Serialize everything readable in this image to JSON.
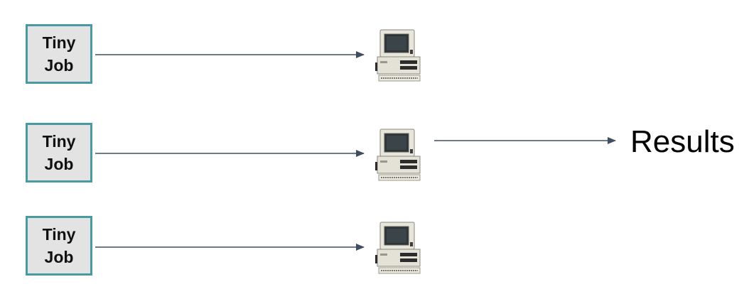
{
  "colors": {
    "box_border": "#4a9aa1",
    "box_fill": "#e3e3e3",
    "arrow": "#3f4f5f"
  },
  "jobs": [
    {
      "label": "Tiny\nJob"
    },
    {
      "label": "Tiny\nJob"
    },
    {
      "label": "Tiny\nJob"
    }
  ],
  "computers": [
    {
      "icon": "desktop-computer-icon"
    },
    {
      "icon": "desktop-computer-icon"
    },
    {
      "icon": "desktop-computer-icon"
    }
  ],
  "results": {
    "label": "Results"
  }
}
